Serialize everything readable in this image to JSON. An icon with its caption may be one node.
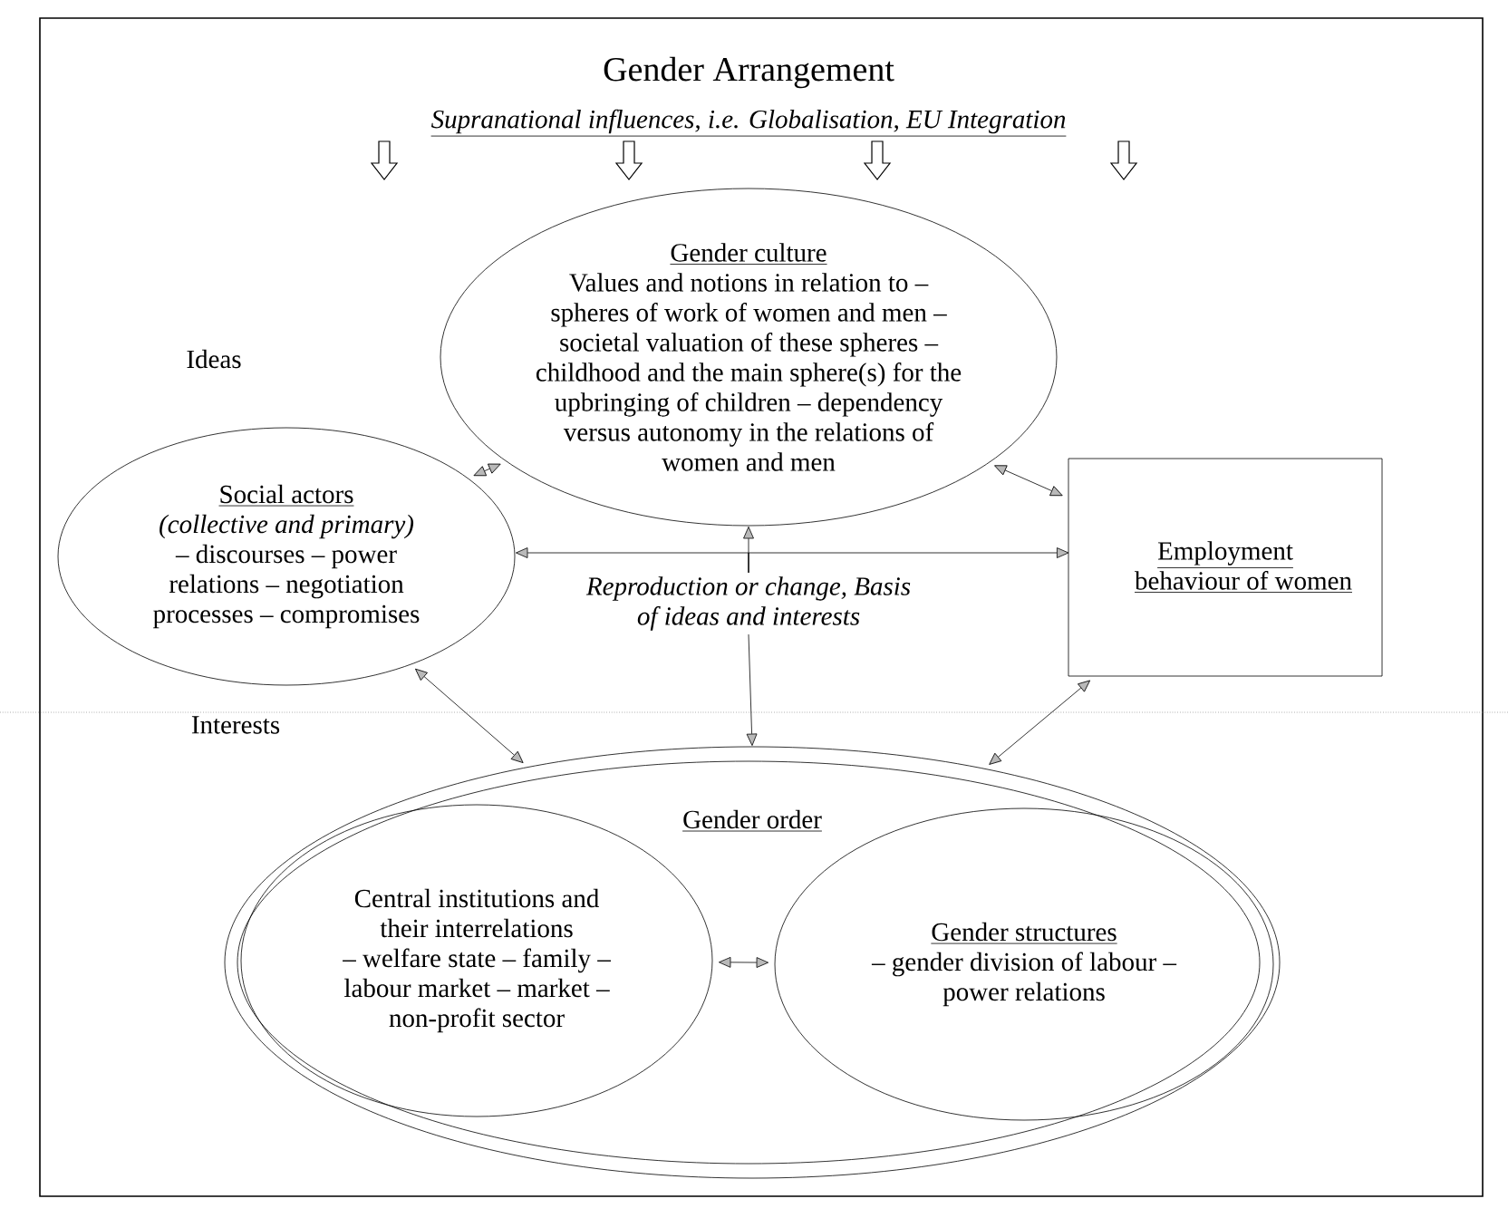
{
  "diagram": {
    "title": "Gender Arrangement",
    "nodes": [
      {
        "text": [
          "Gender culture",
          "Values and notions in relation to – spheres of work of women and men – societal valuation of these spheres – childhood and the main sphere(s) for the upbringing of children – dependency versus autonomy in the relations of women and men"
        ]
      },
      {
        "text": [
          "Social actors",
          "(collective and primary)",
          "– discourses – power relations – negotiation processes – compromises"
        ]
      },
      {
        "text": [
          "Employment",
          "behaviour of women"
        ]
      },
      {
        "text": [
          "Reproduction or change, Basis of ideas and interests"
        ]
      },
      {
        "text": [
          "Gender order"
        ]
      },
      {
        "text": [
          "Central institutions and their interrelations",
          "– welfare state – family – labour market – market – non-profit sector"
        ],
        "in": 4
      },
      {
        "text": [
          "Gender structures",
          "– gender division of labour – power relations"
        ],
        "in": 4
      }
    ],
    "edges": [
      {
        "from": 1,
        "to": 0,
        "arrow": "both"
      },
      {
        "from": 0,
        "to": 2,
        "arrow": "both"
      },
      {
        "from": 3,
        "to": 0,
        "arrow": "to"
      },
      {
        "from": 3,
        "to": 1,
        "arrow": "to"
      },
      {
        "from": 3,
        "to": 2,
        "arrow": "to"
      },
      {
        "from": 3,
        "to": 4,
        "arrow": "to"
      },
      {
        "from": 1,
        "to": 4,
        "arrow": "both"
      },
      {
        "from": 2,
        "to": 4,
        "arrow": "both"
      },
      {
        "from": 5,
        "to": 6,
        "arrow": "both"
      }
    ],
    "labels": [
      "Supranational influences, i.e. Globalisation, EU Integration",
      "Ideas",
      "Interests"
    ]
  }
}
